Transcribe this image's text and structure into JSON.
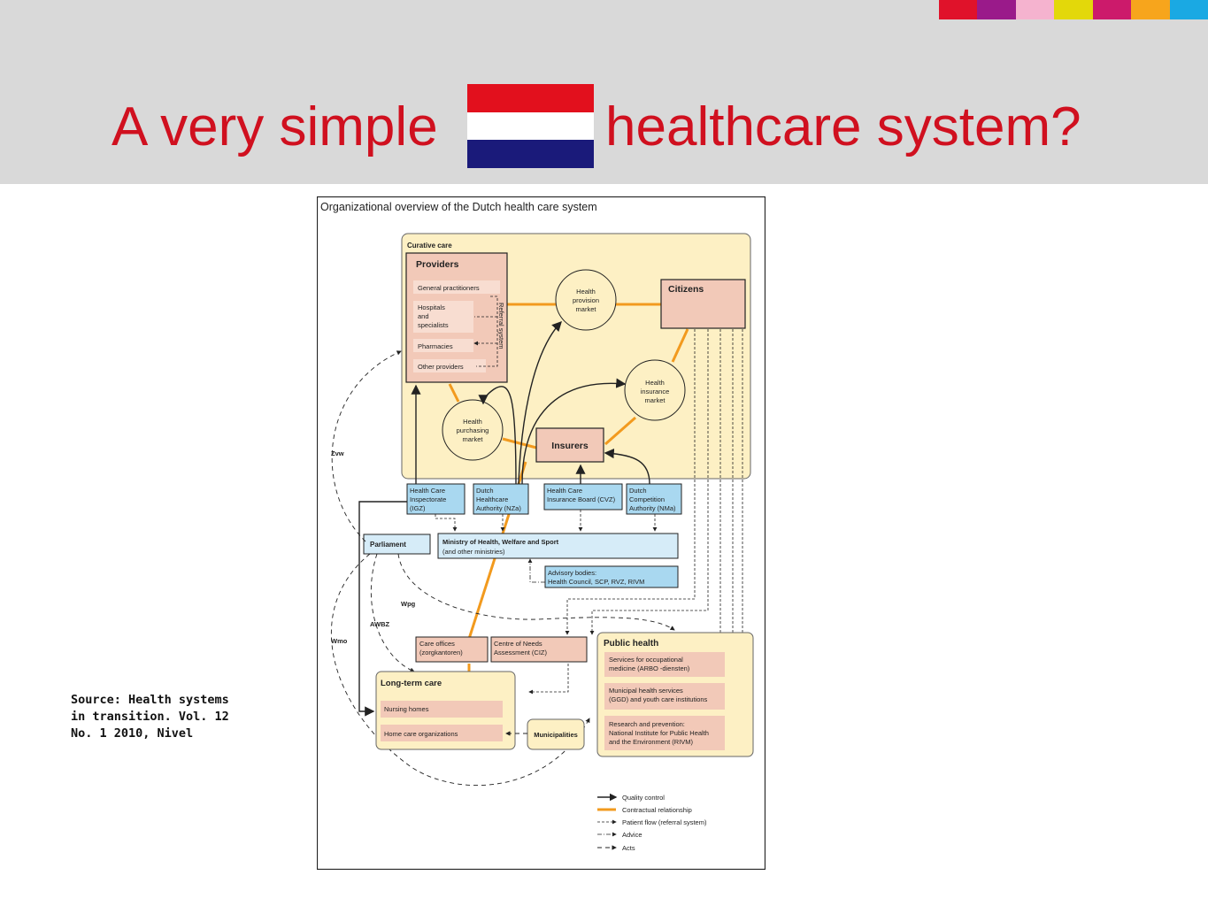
{
  "slide": {
    "title_part1": "A very simple",
    "title_part2": "healthcare system?",
    "source": "Source: Health systems in transition. Vol. 12 No. 1 2010, Nivel",
    "colors": {
      "header_bg": "#d9d9d9",
      "title": "#d0101f",
      "stripes": [
        "#e0122a",
        "#9a1a8a",
        "#f5b3cf",
        "#e3d80a",
        "#cc1a6b",
        "#f7a51c",
        "#1aa9e3"
      ],
      "flag": [
        "#e2101d",
        "#ffffff",
        "#1a1a7a"
      ]
    }
  },
  "diagram": {
    "title": "Organizational overview of the Dutch health care system",
    "curative_care": "Curative care",
    "providers": {
      "title": "Providers",
      "items": [
        "General practitioners",
        "Hospitals and specialists",
        "Pharmacies",
        "Other providers"
      ]
    },
    "referral_system": "Referral system",
    "citizens": "Citizens",
    "insurers": "Insurers",
    "markets": {
      "provision": "Health provision market",
      "insurance": "Health insurance market",
      "purchasing": "Health purchasing market"
    },
    "agencies": {
      "igz": "Health Care Inspectorate (IGZ)",
      "nza": "Dutch Healthcare Authority (NZa)",
      "cvz": "Health Care Insurance Board (CVZ)",
      "nma": "Dutch Competition Authority (NMa)"
    },
    "parliament": "Parliament",
    "ministry": {
      "title": "Ministry of Health, Welfare and Sport",
      "subtitle": "(and other ministries)"
    },
    "advisory": {
      "line1": "Advisory bodies:",
      "line2": "Health Council, SCP, RVZ, RIVM"
    },
    "laws": {
      "zvw": "Zvw",
      "wpg": "Wpg",
      "awbz": "AWBZ",
      "wmo": "Wmo"
    },
    "care_offices": "Care offices (zorgkantoren)",
    "ciz": "Centre of Needs Assessment (CIZ)",
    "public_health": {
      "title": "Public health",
      "items": [
        "Services for occupational medicine (ARBO -diensten)",
        "Municipal health services (GGD) and youth care institutions",
        "Research and prevention: National Institute for Public Health and the Environment (RIVM)"
      ]
    },
    "long_term_care": {
      "title": "Long-term care",
      "items": [
        "Nursing homes",
        "Home care organizations"
      ]
    },
    "municipalities": "Municipalities",
    "legend": [
      "Quality control",
      "Contractual relationship",
      "Patient flow (referral system)",
      "Advice",
      "Acts"
    ],
    "colors": {
      "cream": "#fdf0c4",
      "pink": "#f2c9b8",
      "blue": "#a9d8f0",
      "light_blue": "#d6ecf8",
      "orange": "#f29a1e",
      "line": "#222222"
    }
  }
}
